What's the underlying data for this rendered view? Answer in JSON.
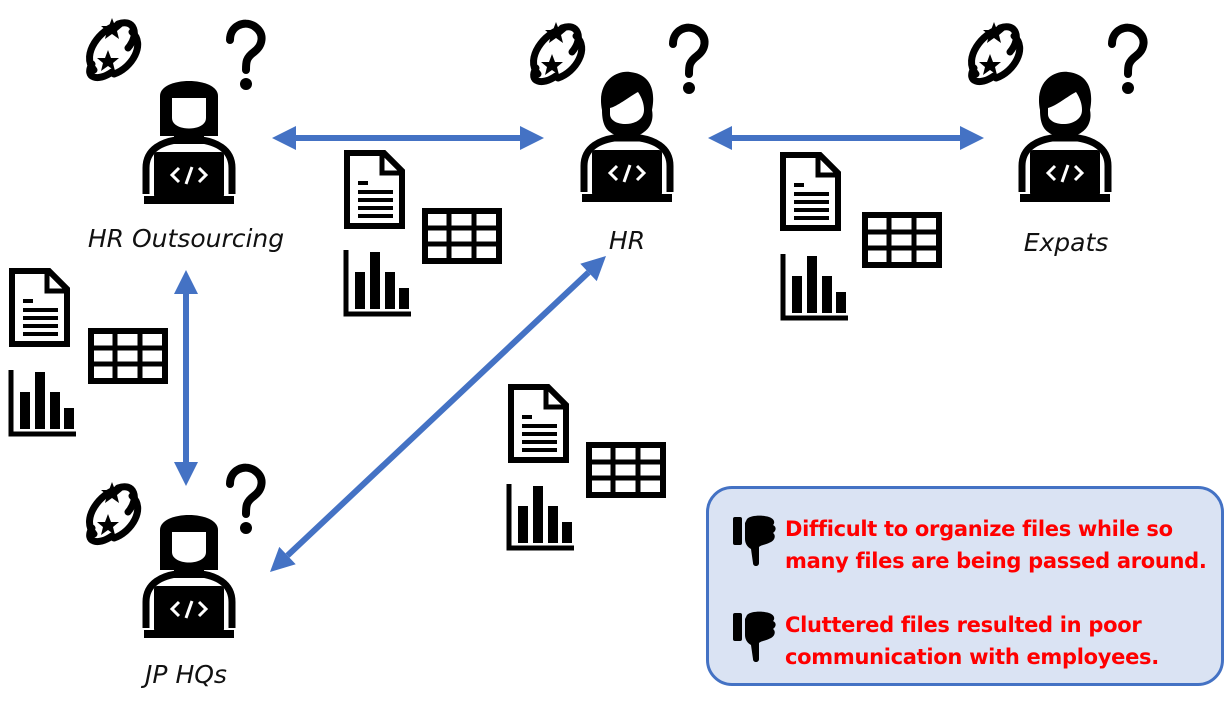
{
  "diagram": {
    "title": "",
    "colors": {
      "arrow": "#4472c4",
      "icon": "#000000",
      "callout_fill": "#dae3f3",
      "callout_border": "#4472c4",
      "callout_text": "#ff0000"
    },
    "nodes": [
      {
        "id": "hr-outsourcing",
        "label": "HR Outsourcing",
        "avatar": "female-developer-icon",
        "state_icons": [
          "dizzy-icon",
          "question-mark-icon"
        ]
      },
      {
        "id": "hr",
        "label": "HR",
        "avatar": "male-developer-icon",
        "state_icons": [
          "dizzy-icon",
          "question-mark-icon"
        ]
      },
      {
        "id": "expats",
        "label": "Expats",
        "avatar": "male-developer-icon",
        "state_icons": [
          "dizzy-icon",
          "question-mark-icon"
        ]
      },
      {
        "id": "jp-hqs",
        "label": "JP HQs",
        "avatar": "female-developer-icon",
        "state_icons": [
          "dizzy-icon",
          "question-mark-icon"
        ]
      }
    ],
    "edges": [
      {
        "from": "hr-outsourcing",
        "to": "hr",
        "direction": "bidirectional",
        "payload": [
          "document-icon",
          "table-icon",
          "bar-chart-icon"
        ]
      },
      {
        "from": "hr",
        "to": "expats",
        "direction": "bidirectional",
        "payload": [
          "document-icon",
          "table-icon",
          "bar-chart-icon"
        ]
      },
      {
        "from": "hr-outsourcing",
        "to": "jp-hqs",
        "direction": "bidirectional",
        "payload": [
          "document-icon",
          "table-icon",
          "bar-chart-icon"
        ]
      },
      {
        "from": "hr",
        "to": "jp-hqs",
        "direction": "bidirectional",
        "payload": [
          "document-icon",
          "table-icon",
          "bar-chart-icon"
        ]
      }
    ],
    "callout": {
      "icon": "thumbs-down-icon",
      "items": [
        {
          "text": "Difficult to organize files while so many files are being passed around.",
          "lines": [
            "Difficult to organize files while so",
            "many files are being passed around."
          ]
        },
        {
          "text": "Cluttered files resulted in poor communication with employees.",
          "lines": [
            "Cluttered files resulted in poor",
            "communication with employees."
          ]
        }
      ]
    }
  }
}
